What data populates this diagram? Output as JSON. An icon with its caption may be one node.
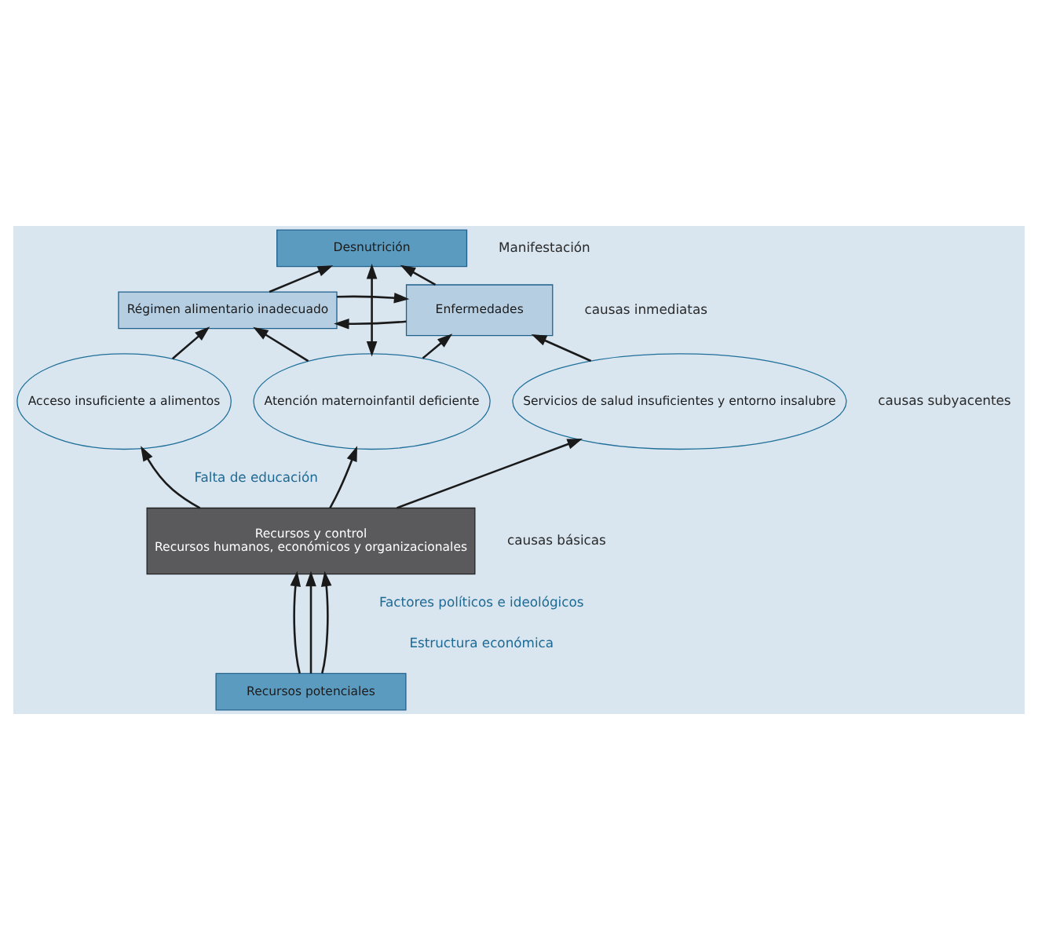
{
  "diagram": {
    "nodes": [
      {
        "text": [
          "Desnutrición"
        ]
      },
      {
        "text": [
          "Régimen alimentario inadecuado"
        ]
      },
      {
        "text": [
          "Enfermedades"
        ]
      },
      {
        "text": [
          "Acceso insuficiente a alimentos"
        ]
      },
      {
        "text": [
          "Atención maternoinfantil deficiente"
        ]
      },
      {
        "text": [
          "Servicios de salud insuficientes y entorno insalubre"
        ]
      },
      {
        "text": [
          "Recursos y control",
          "Recursos humanos, económicos y organizacionales"
        ]
      },
      {
        "text": [
          "Recursos potenciales"
        ]
      }
    ],
    "edges": [
      {
        "from": 1,
        "to": 0,
        "arrow": "to"
      },
      {
        "from": 4,
        "to": 0,
        "arrow": "both"
      },
      {
        "from": 2,
        "to": 0,
        "arrow": "to"
      },
      {
        "from": 1,
        "to": 2,
        "arrow": "to"
      },
      {
        "from": 2,
        "to": 1,
        "arrow": "to"
      },
      {
        "from": 3,
        "to": 1,
        "arrow": "to"
      },
      {
        "from": 4,
        "to": 1,
        "arrow": "to"
      },
      {
        "from": 4,
        "to": 2,
        "arrow": "to"
      },
      {
        "from": 5,
        "to": 2,
        "arrow": "to"
      },
      {
        "from": 6,
        "to": 3,
        "arrow": "to"
      },
      {
        "from": 6,
        "to": 4,
        "arrow": "to"
      },
      {
        "from": 6,
        "to": 5,
        "arrow": "to"
      },
      {
        "from": 7,
        "to": 6,
        "arrow": "to"
      },
      {
        "from": 7,
        "to": 6,
        "arrow": "to"
      },
      {
        "from": 7,
        "to": 6,
        "arrow": "to"
      }
    ],
    "labels": [
      "Manifestación",
      "causas inmediatas",
      "causas subyacentes",
      "Falta de educación",
      "causas básicas",
      "Factores políticos e ideológicos",
      "Estructura económica"
    ]
  }
}
